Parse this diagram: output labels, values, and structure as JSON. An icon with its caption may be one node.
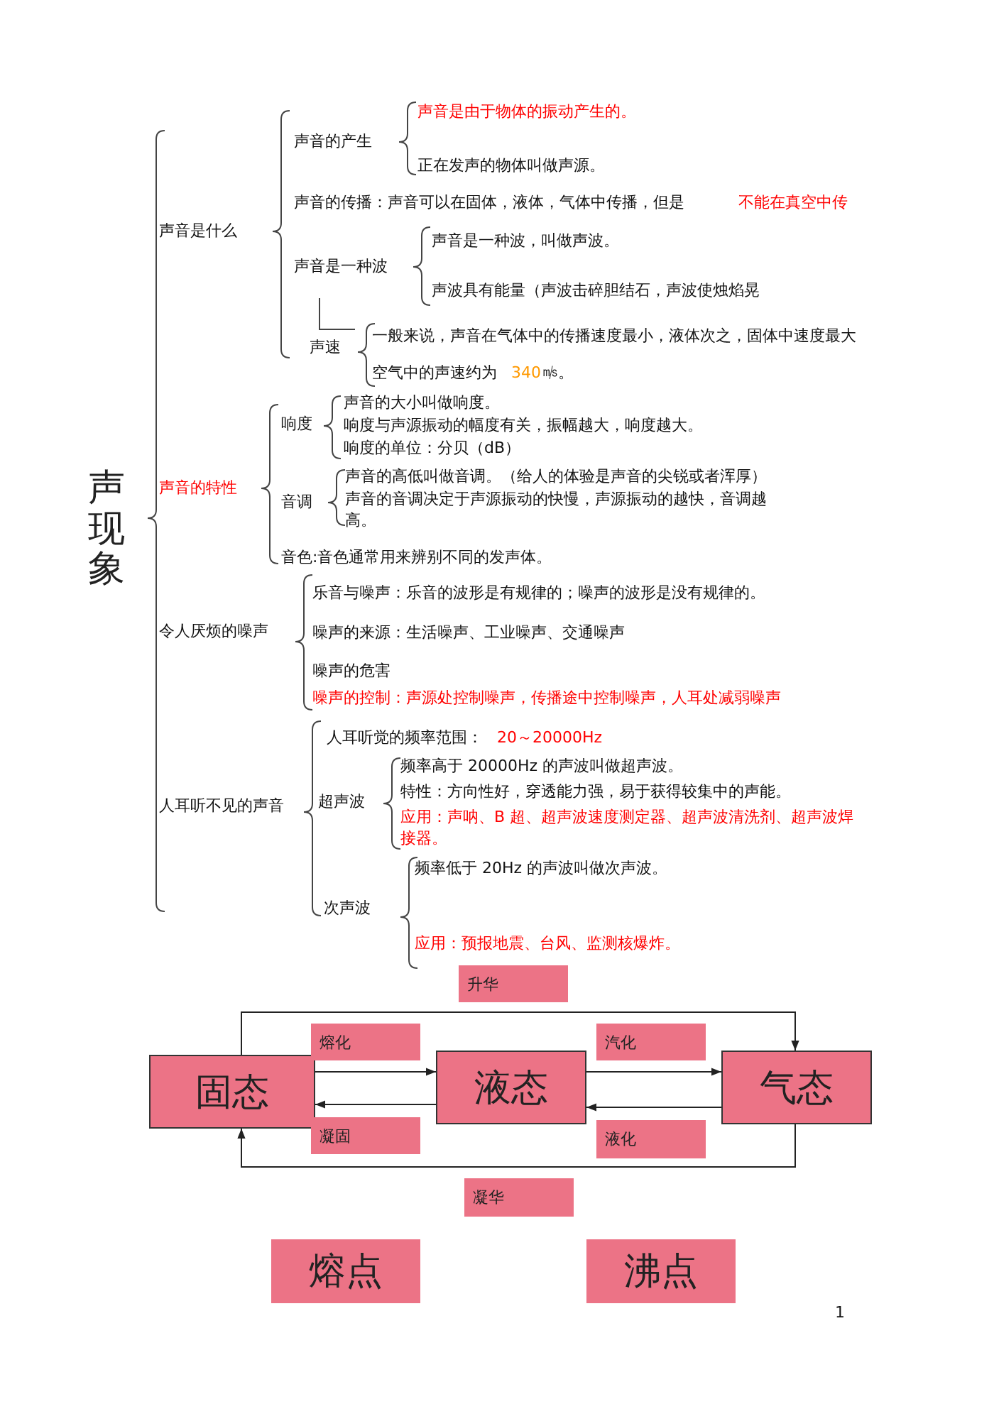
{
  "diagram": {
    "nodes": [
      {
        "text": [
          "固态"
        ]
      },
      {
        "text": [
          "液态"
        ]
      },
      {
        "text": [
          "气态"
        ]
      },
      {
        "text": [
          "升华"
        ]
      },
      {
        "text": [
          "熔化"
        ]
      },
      {
        "text": [
          "汽化"
        ]
      },
      {
        "text": [
          "凝固"
        ]
      },
      {
        "text": [
          "液化"
        ]
      },
      {
        "text": [
          "凝华"
        ]
      },
      {
        "text": [
          "熔点"
        ]
      },
      {
        "text": [
          "沸点"
        ]
      }
    ],
    "edges": [
      {
        "from": 0,
        "to": 1,
        "arrow": "to"
      },
      {
        "from": 1,
        "to": 0,
        "arrow": "to"
      },
      {
        "from": 1,
        "to": 2,
        "arrow": "to"
      },
      {
        "from": 2,
        "to": 1,
        "arrow": "to"
      },
      {
        "from": 0,
        "to": 2,
        "arrow": "to"
      },
      {
        "from": 2,
        "to": 0,
        "arrow": "to"
      }
    ],
    "labels": [
      "声现象",
      "声音是什么",
      "声音的产生",
      "声音是由于物体的振动产生的。",
      "正在发声的物体叫做声源。",
      "声音的传播：声音可以在固体，液体，气体中传播，但是",
      "不能在真空中传",
      "声音是一种波",
      "声音是一种波，叫做声波。",
      "声波具有能量（声波击碎胆结石，声波使烛焰晃",
      "声速",
      "一般来说，声音在气体中的传播速度最小，液体次之，固体中速度最大",
      "空气中的声速约为",
      "340",
      "㎧。",
      "响度",
      "声音的大小叫做响度。",
      "响度与声源振动的幅度有关，振幅越大，响度越大。",
      "响度的单位：分贝（dB）",
      "声音的特性",
      "声音的高低叫做音调。（给人的体验是声音的尖锐或者浑厚）",
      "音调",
      "声音的音调决定于声源振动的快慢，声源振动的越快，音调越高。",
      "音色:音色通常用来辨别不同的发声体。",
      "令人厌烦的噪声",
      "乐音与噪声：乐音的波形是有规律的；噪声的波形是没有规律的。",
      "噪声的来源：生活噪声、工业噪声、交通噪声",
      "噪声的危害",
      "噪声的控制：声源处控制噪声，传播途中控制噪声，人耳处减弱噪声",
      "人耳听不见的声音",
      "人耳听觉的频率范围：",
      "20～20000Hz",
      "超声波",
      "频率高于 20000Hz 的声波叫做超声波。",
      "特性：方向性好，穿透能力强，易于获得较集中的声能。",
      "应用：声呐、B 超、超声波速度测定器、超声波清洗剂、超声波焊接器。",
      "次声波",
      "频率低于 20Hz 的声波叫做次声波。",
      "应用：预报地震、台风、监测核爆炸。",
      "1"
    ]
  }
}
